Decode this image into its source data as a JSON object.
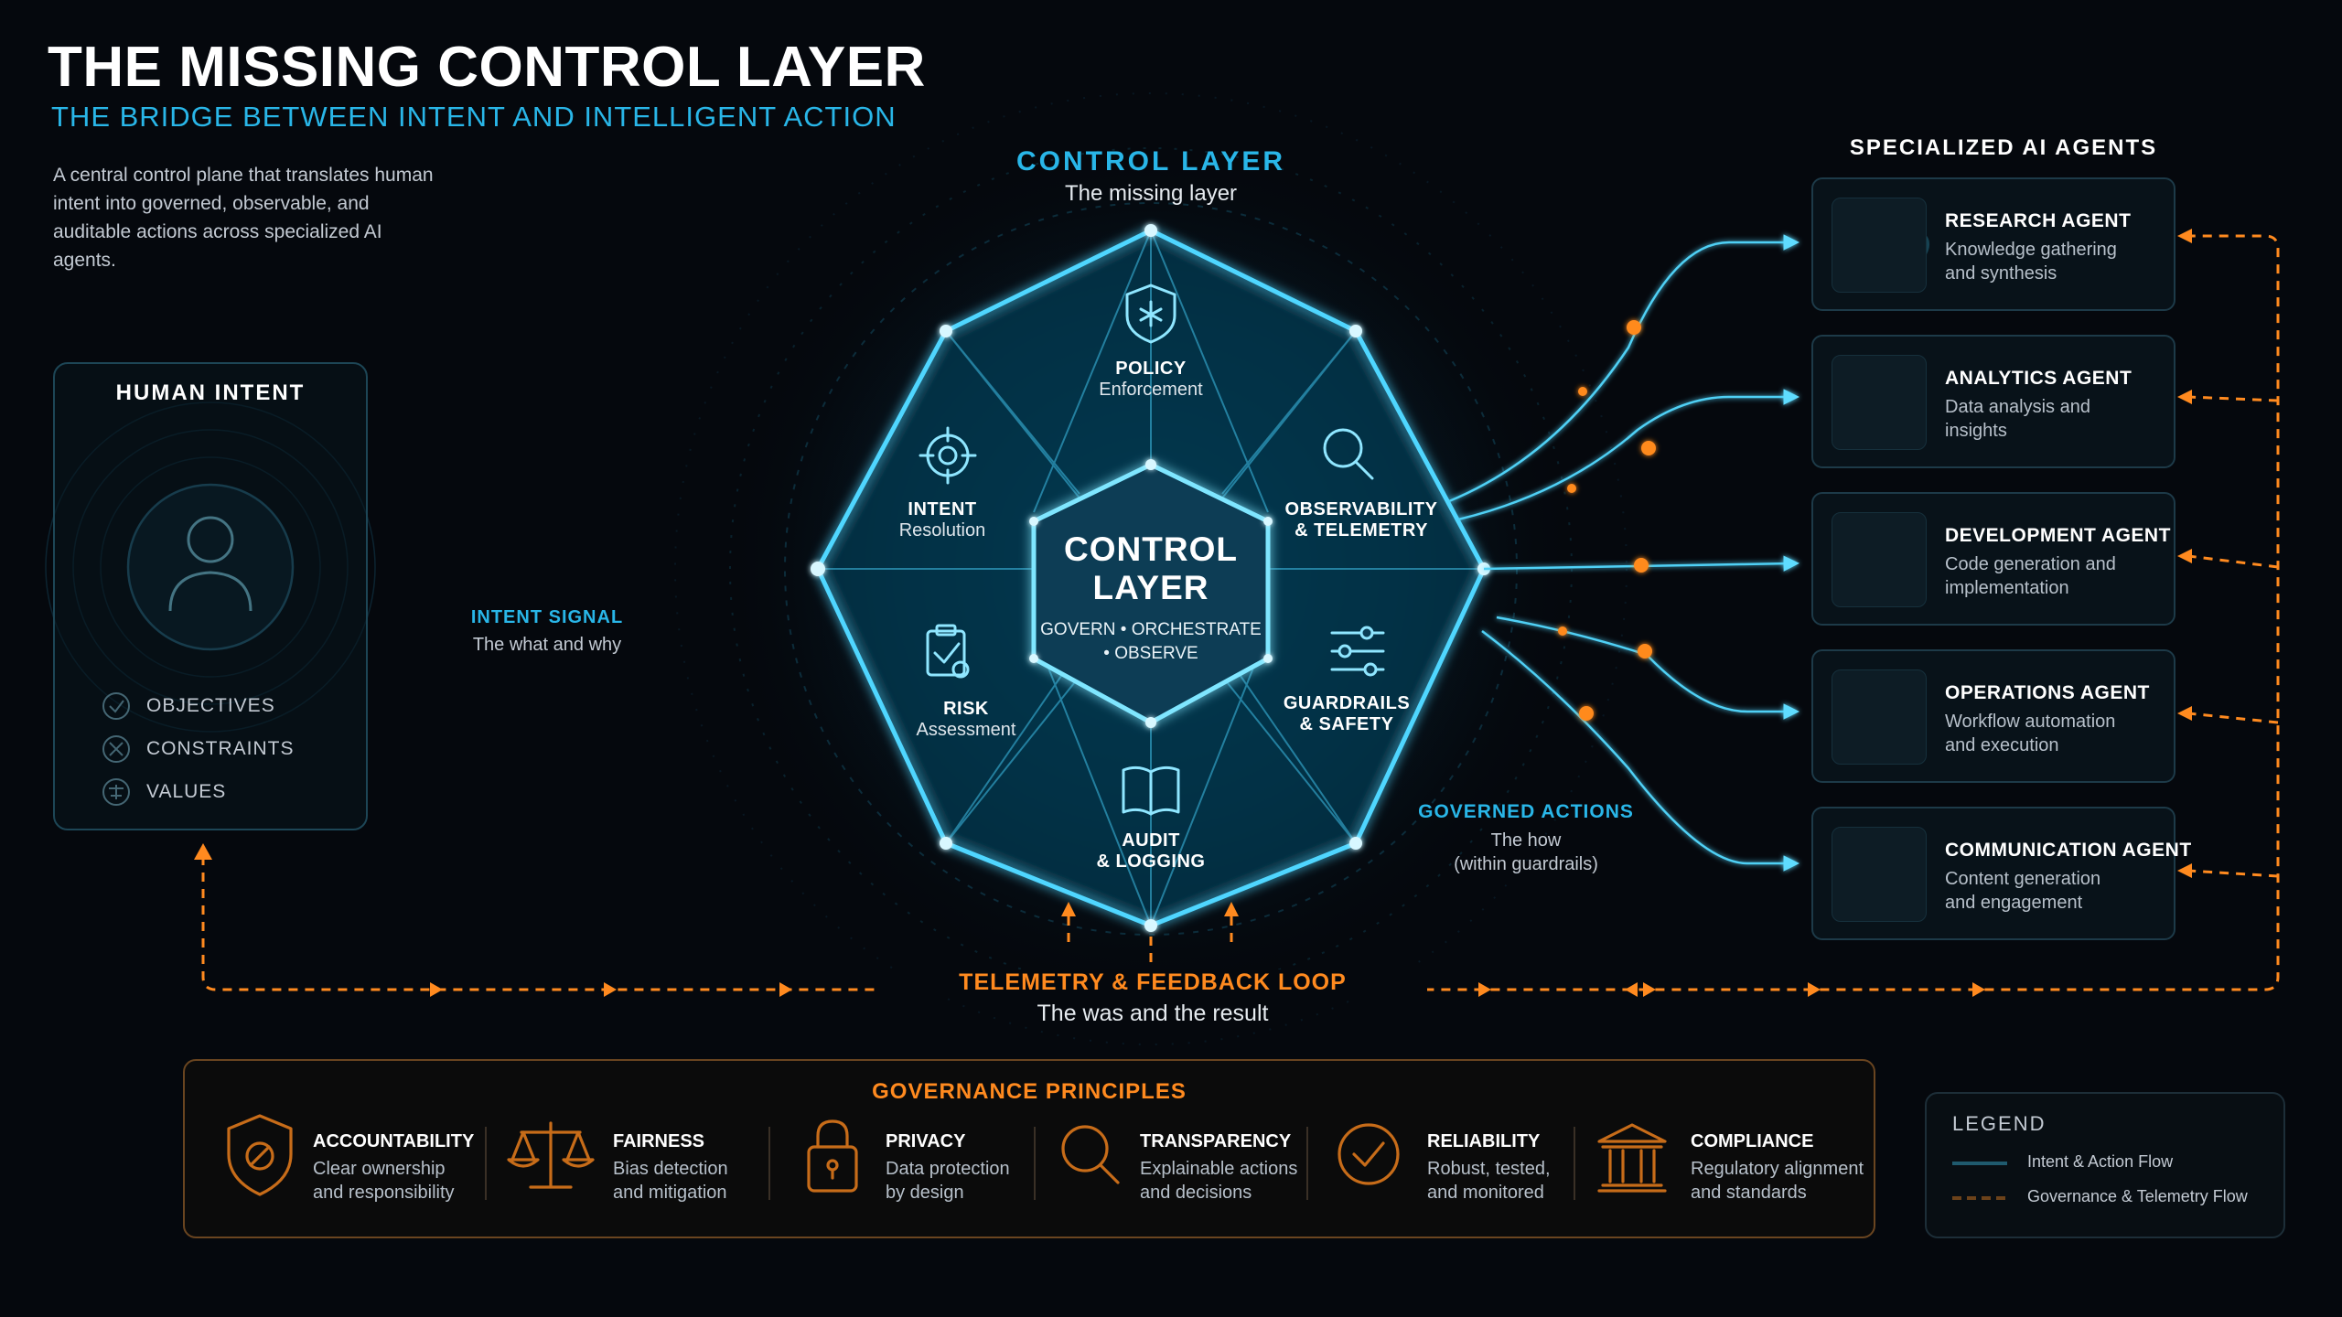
{
  "header": {
    "title": "THE MISSING CONTROL LAYER",
    "subtitle": "THE BRIDGE BETWEEN INTENT AND INTELLIGENT ACTION",
    "description": "A central control plane that translates human intent into governed, observable, and auditable actions across specialized AI agents."
  },
  "human_intent": {
    "title": "HUMAN INTENT",
    "items": [
      {
        "label": "OBJECTIVES",
        "icon": "check-circle-icon"
      },
      {
        "label": "CONSTRAINTS",
        "icon": "tools-circle-icon"
      },
      {
        "label": "VALUES",
        "icon": "scale-circle-icon"
      }
    ]
  },
  "intent_signal": {
    "title": "INTENT SIGNAL",
    "subtitle": "The what and why"
  },
  "control_layer": {
    "title": "CONTROL LAYER",
    "subtitle": "The missing layer",
    "hub_line1": "CONTROL",
    "hub_line2": "LAYER",
    "hub_sub1": "GOVERN • ORCHESTRATE",
    "hub_sub2": "• OBSERVE",
    "nodes": {
      "policy": {
        "title": "POLICY",
        "subtitle": "Enforcement",
        "icon": "shield-icon"
      },
      "observability": {
        "title": "OBSERVABILITY",
        "title2": "& TELEMETRY",
        "icon": "magnifier-icon"
      },
      "guardrails": {
        "title": "GUARDRAILS",
        "title2": "& SAFETY",
        "icon": "sliders-icon"
      },
      "audit": {
        "title": "AUDIT",
        "title2": "& LOGGING",
        "icon": "book-icon"
      },
      "risk": {
        "title": "RISK",
        "subtitle": "Assessment",
        "icon": "clipboard-check-icon"
      },
      "intent": {
        "title": "INTENT",
        "subtitle": "Resolution",
        "icon": "target-icon"
      }
    }
  },
  "governed_actions": {
    "title": "GOVERNED ACTIONS",
    "subtitle1": "The how",
    "subtitle2": "(within guardrails)"
  },
  "telemetry": {
    "title": "TELEMETRY & FEEDBACK LOOP",
    "subtitle": "The was and the result"
  },
  "agents": {
    "title": "SPECIALIZED AI AGENTS",
    "items": [
      {
        "name": "RESEARCH AGENT",
        "line1": "Knowledge gathering",
        "line2": "and synthesis",
        "icon": "brain-icon"
      },
      {
        "name": "ANALYTICS AGENT",
        "line1": "Data analysis and",
        "line2": "insights",
        "icon": "chart-icon"
      },
      {
        "name": "DEVELOPMENT AGENT",
        "line1": "Code generation and",
        "line2": "implementation",
        "icon": "code-window-icon"
      },
      {
        "name": "OPERATIONS AGENT",
        "line1": "Workflow automation",
        "line2": "and execution",
        "icon": "users-icon"
      },
      {
        "name": "COMMUNICATION AGENT",
        "line1": "Content generation",
        "line2": "and engagement",
        "icon": "chat-bubbles-icon"
      }
    ]
  },
  "governance": {
    "title": "GOVERNANCE PRINCIPLES",
    "items": [
      {
        "name": "ACCOUNTABILITY",
        "line1": "Clear ownership",
        "line2": "and responsibility",
        "icon": "shield-slash-icon"
      },
      {
        "name": "FAIRNESS",
        "line1": "Bias detection",
        "line2": "and mitigation",
        "icon": "scales-icon"
      },
      {
        "name": "PRIVACY",
        "line1": "Data protection",
        "line2": "by design",
        "icon": "padlock-icon"
      },
      {
        "name": "TRANSPARENCY",
        "line1": "Explainable actions",
        "line2": "and decisions",
        "icon": "magnifier-icon"
      },
      {
        "name": "RELIABILITY",
        "line1": "Robust, tested,",
        "line2": "and monitored",
        "icon": "check-circle-icon"
      },
      {
        "name": "COMPLIANCE",
        "line1": "Regulatory alignment",
        "line2": "and standards",
        "icon": "institution-icon"
      }
    ]
  },
  "legend": {
    "title": "LEGEND",
    "intent_flow": "Intent & Action Flow",
    "governance_flow": "Governance & Telemetry Flow"
  },
  "colors": {
    "background": "#05080d",
    "cyan": "#29b6e8",
    "glow": "#3fd0ff",
    "orange": "#ff8a1f",
    "text": "#c3cad3"
  }
}
